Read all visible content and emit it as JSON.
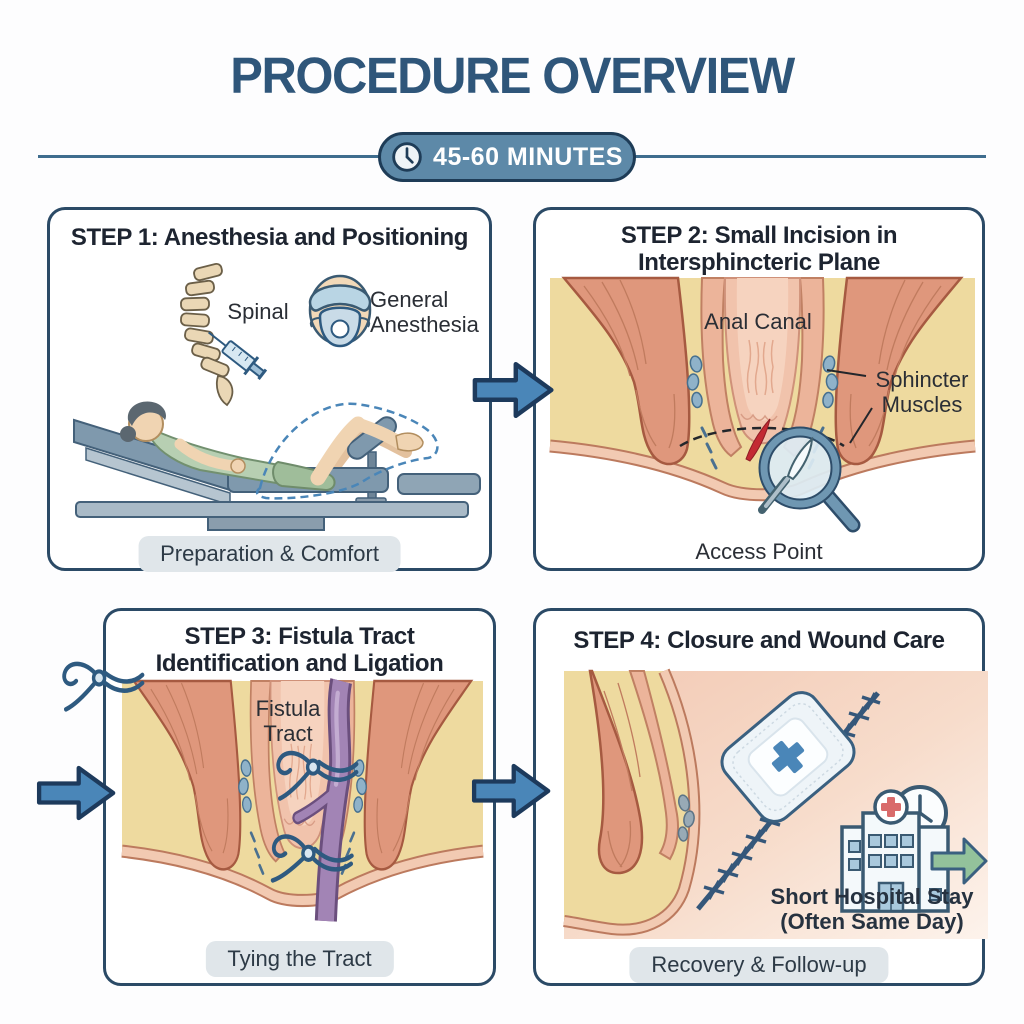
{
  "header": {
    "title": "PROCEDURE OVERVIEW",
    "duration": "45-60 MINUTES"
  },
  "steps": {
    "step1": {
      "title": "STEP 1: Anesthesia and Positioning",
      "spinal_label": "Spinal",
      "general_label": "General Anesthesia",
      "caption": "Preparation & Comfort"
    },
    "step2": {
      "title_line1": "STEP 2: Small Incision in",
      "title_line2": "Intersphincteric Plane",
      "anal_canal_label": "Anal Canal",
      "sphincter_label": "Sphincter Muscles",
      "access_label": "Access Point"
    },
    "step3": {
      "title_line1": "STEP 3: Fistula Tract",
      "title_line2": "Identification and Ligation",
      "fistula_label": "Fistula Tract",
      "caption": "Tying the Tract"
    },
    "step4": {
      "title": "STEP 4: Closure and Wound Care",
      "stay_line1": "Short Hospital Stay",
      "stay_line2": "(Often Same Day)",
      "caption": "Recovery & Follow-up"
    }
  },
  "icons": {
    "clock": "clock-icon",
    "spine_syringe": "spine-syringe-icon",
    "anesthesia_mask": "anesthesia-mask-icon",
    "patient_table": "patient-on-table-illustration",
    "magnifier_scalpel": "magnifier-scalpel-icon",
    "fistula_clamp": "ligation-clamp-icon",
    "bandage": "bandage-icon",
    "hospital": "hospital-icon",
    "small_clock": "clock-icon",
    "discharge_arrow": "green-right-arrow-icon",
    "flow_arrow": "arrow-right-icon"
  },
  "colors": {
    "title_blue": "#2f567a",
    "badge_fill": "#5d89a8",
    "badge_border": "#1e3c57",
    "panel_border": "#2b4a66",
    "flow_arrow_fill": "#4a86b8",
    "flow_arrow_border": "#1d3a5c",
    "anatomy_background": "#eeda9f",
    "muscle_salmon": "#df977c",
    "muscle_outline": "#a65a41",
    "canal_pink": "#f1c3ac",
    "fistula_purple": "#a284b5",
    "incision_red": "#c32a33",
    "suture_blue": "#35577a",
    "caption_background": "#e0e6ea",
    "discharge_green": "#93c29b",
    "scrubs_green": "#b7cfb2"
  }
}
